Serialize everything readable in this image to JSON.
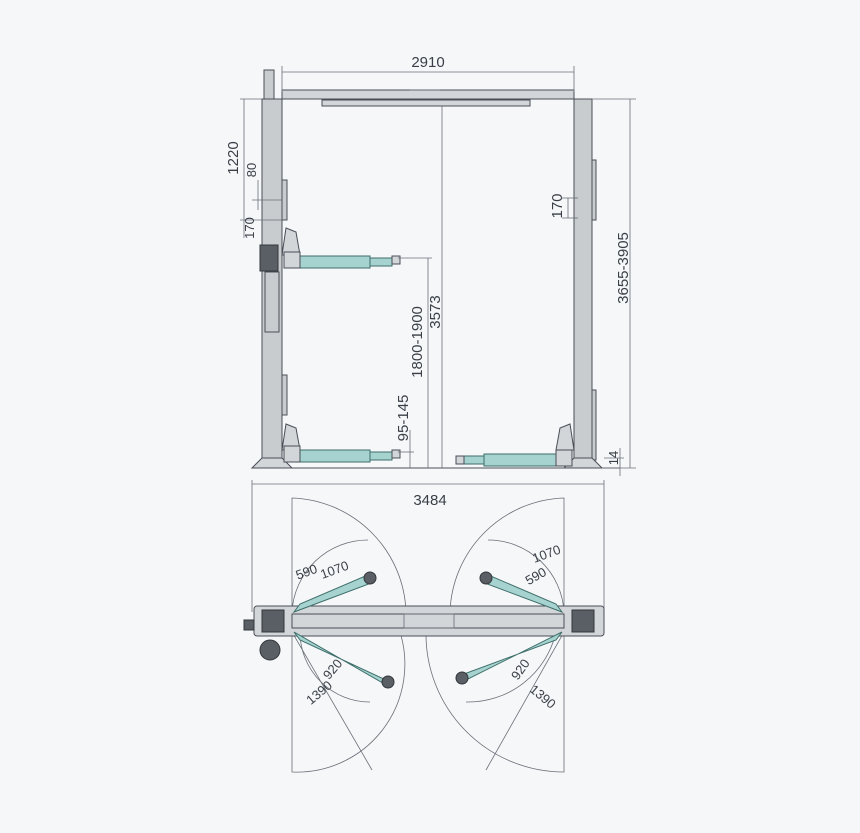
{
  "dimensions": {
    "overall_width": "2910",
    "post_height": "3655-3905",
    "lift_height": "3573",
    "raised_height": "1800-1900",
    "lowered_height": "95-145",
    "top_offset": "1220",
    "small_80": "80",
    "left_170": "170",
    "right_170": "170",
    "base_14": "14",
    "base_width": "3484",
    "arm_590_left": "590",
    "arm_1070_left": "1070",
    "arm_1070_right": "1070",
    "arm_590_right": "590",
    "arm_920_left": "920",
    "arm_1390_left": "1390",
    "arm_920_right": "920",
    "arm_1390_right": "1390"
  },
  "colors": {
    "background": "#f5f7f9",
    "line": "#4a4f57",
    "post": "#c9cccf",
    "arm": "#a6d3cf"
  }
}
